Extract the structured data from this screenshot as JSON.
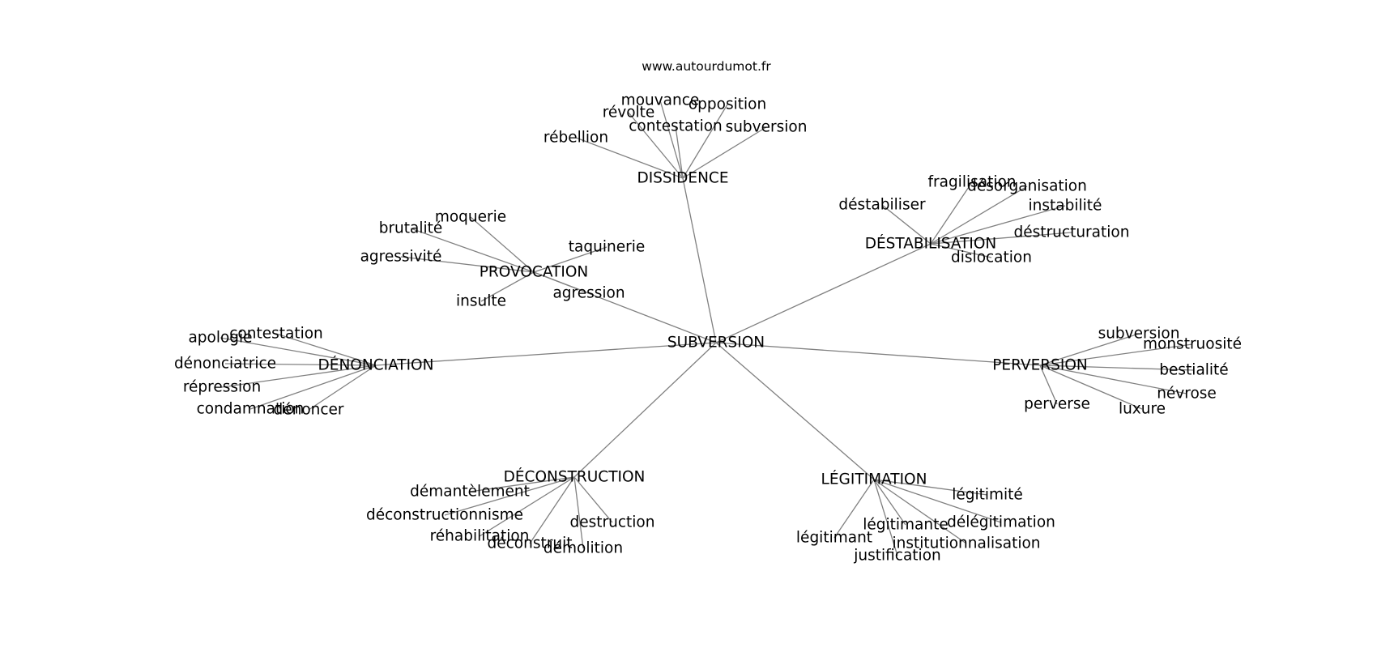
{
  "source": "www.autourdumot.fr",
  "center": "SUBVERSION",
  "clusters": [
    {
      "id": "dissidence",
      "label": "DISSIDENCE",
      "words": [
        "rébellion",
        "révolte",
        "mouvance",
        "contestation",
        "opposition",
        "subversion"
      ]
    },
    {
      "id": "destabilisation",
      "label": "DÉSTABILISATION",
      "words": [
        "déstabiliser",
        "fragilisation",
        "désorganisation",
        "instabilité",
        "déstructuration",
        "dislocation"
      ]
    },
    {
      "id": "provocation",
      "label": "PROVOCATION",
      "words": [
        "moquerie",
        "brutalité",
        "agressivité",
        "taquinerie",
        "insulte",
        "agression"
      ]
    },
    {
      "id": "denonciation",
      "label": "DÉNONCIATION",
      "words": [
        "apologie",
        "contestation",
        "dénonciatrice",
        "répression",
        "condamnation",
        "dénoncer"
      ]
    },
    {
      "id": "perversion",
      "label": "PERVERSION",
      "words": [
        "subversion",
        "monstruosité",
        "bestialité",
        "névrose",
        "luxure",
        "perverse"
      ]
    },
    {
      "id": "deconstruction",
      "label": "DÉCONSTRUCTION",
      "words": [
        "démantèlement",
        "déconstructionnisme",
        "réhabilitation",
        "déconstruit",
        "démolition",
        "destruction"
      ]
    },
    {
      "id": "legitimation",
      "label": "LÉGITIMATION",
      "words": [
        "légitimité",
        "délégitimation",
        "institutionnalisation",
        "légitimante",
        "justification",
        "légitimant"
      ]
    }
  ]
}
